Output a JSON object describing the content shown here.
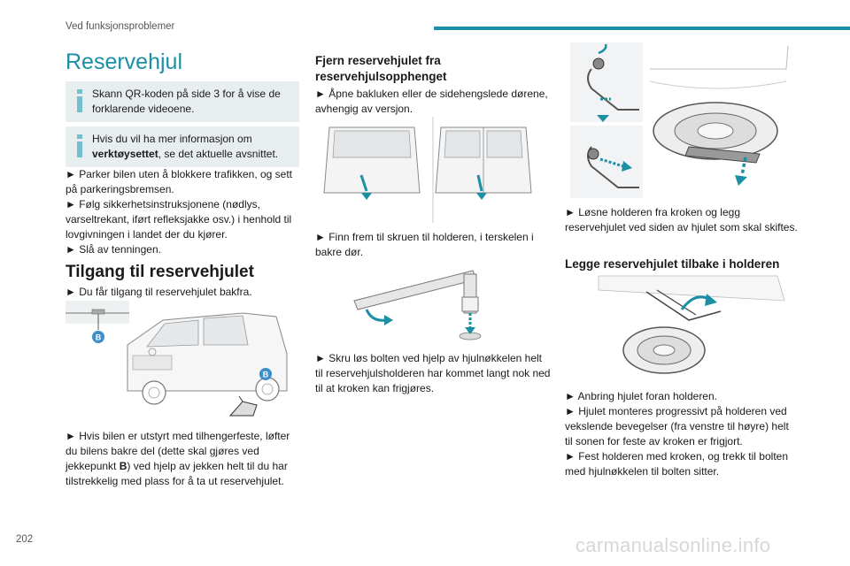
{
  "header": {
    "section": "Ved funksjonsproblemer"
  },
  "page_number": "202",
  "watermark": "carmanualsonline.info",
  "col1": {
    "title": "Reservehjul",
    "info1": "Skann QR-koden på side 3 for å vise de forklarende videoene.",
    "info2_pre": "Hvis du vil ha mer informasjon om ",
    "info2_bold": "verktøysettet",
    "info2_post": ", se det aktuelle avsnittet.",
    "steps": [
      "► Parker bilen uten å blokkere trafikken, og sett på parkeringsbremsen.",
      "► Følg sikkerhetsinstruksjonene (nødlys, varseltrekant, iført refleksjakke osv.) i henhold til lovgivningen i landet der du kjører.",
      "► Slå av tenningen."
    ],
    "access_heading": "Tilgang til reservehjulet",
    "access_step": "► Du får tilgang til reservehjulet bakfra.",
    "label_b": "B",
    "jack_pre": "► Hvis bilen er utstyrt med tilhengerfeste, løfter du bilens bakre del (dette skal gjøres ved jekkepunkt ",
    "jack_bold": "B",
    "jack_post": ") ved hjelp av jekken helt til du har tilstrekkelig med plass for å ta ut reservehjulet."
  },
  "col2": {
    "heading": "Fjern reservehjulet fra reservehjulsopphenget",
    "step1": "► Åpne bakluken eller de sidehengslede dørene, avhengig av versjon.",
    "step2": "► Finn frem til skruen til holderen, i terskelen i bakre dør.",
    "step3": "► Skru løs bolten ved hjelp av hjulnøkkelen helt til reservehjulsholderen har kommet langt nok ned til at kroken kan frigjøres."
  },
  "col3": {
    "step1": "► Løsne holderen fra kroken og legg reservehjulet ved siden av hjulet som skal skiftes.",
    "heading": "Legge reservehjulet tilbake i holderen",
    "steps": [
      "► Anbring hjulet foran holderen.",
      "► Hjulet monteres progressivt på holderen ved vekslende bevegelser (fra venstre til høyre) helt til sonen for feste av kroken er frigjort.",
      "► Fest holderen med kroken, og trekk til bolten med hjulnøkkelen til bolten sitter."
    ]
  },
  "colors": {
    "accent": "#1b8fa3",
    "info_bg": "#e8edef",
    "info_icon": "#6fc1ce"
  }
}
